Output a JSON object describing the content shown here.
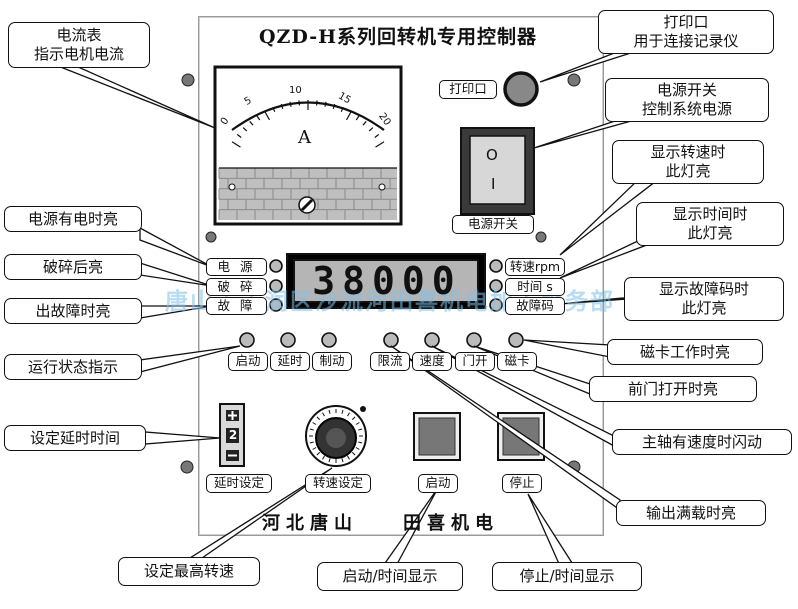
{
  "title": "QZD-H系列回转机专用控制器",
  "meter": {
    "unit": "A",
    "scale": [
      "0",
      "5",
      "10",
      "15",
      "20"
    ]
  },
  "display": {
    "value": "38000"
  },
  "panel_labels": {
    "printer": "打印口",
    "power_switch": "电源开关",
    "power": "电 源",
    "crush": "破 碎",
    "fault": "故 障",
    "speed": "转速rpm",
    "time": "时间 s",
    "fault_code": "故障码",
    "start": "启动",
    "delay": "延时",
    "brake": "制动",
    "limit": "限流",
    "velocity": "速度",
    "door": "门开",
    "card": "磁卡",
    "delay_setting": "延时设定",
    "speed_setting": "转速设定",
    "start_button": "启动",
    "stop_button": "停止",
    "switch_on": "O",
    "switch_off": "I",
    "thumbwheel": "2"
  },
  "maker": {
    "region": "河北唐山",
    "company": "田喜机电"
  },
  "watermark": "唐山市丰润区沙流河田喜机电加工服务部",
  "callouts": {
    "ammeter": [
      "电流表",
      "指示电机电流"
    ],
    "printer": [
      "打印口",
      "用于连接记录仪"
    ],
    "power_switch": [
      "电源开关",
      "控制系统电源"
    ],
    "speed_light": [
      "显示转速时",
      "此灯亮"
    ],
    "time_light": [
      "显示时间时",
      "此灯亮"
    ],
    "fault_code_light": [
      "显示故障码时",
      "此灯亮"
    ],
    "power_on": "电源有电时亮",
    "crushed": "破碎后亮",
    "fault": "出故障时亮",
    "run_state": "运行状态指示",
    "card_work": "磁卡工作时亮",
    "door_open": "前门打开时亮",
    "spindle": "主轴有速度时闪动",
    "full_load": "输出满载时亮",
    "set_delay": "设定延时时间",
    "set_speed": "设定最高转速",
    "start_display": "启动/时间显示",
    "stop_display": "停止/时间显示"
  }
}
